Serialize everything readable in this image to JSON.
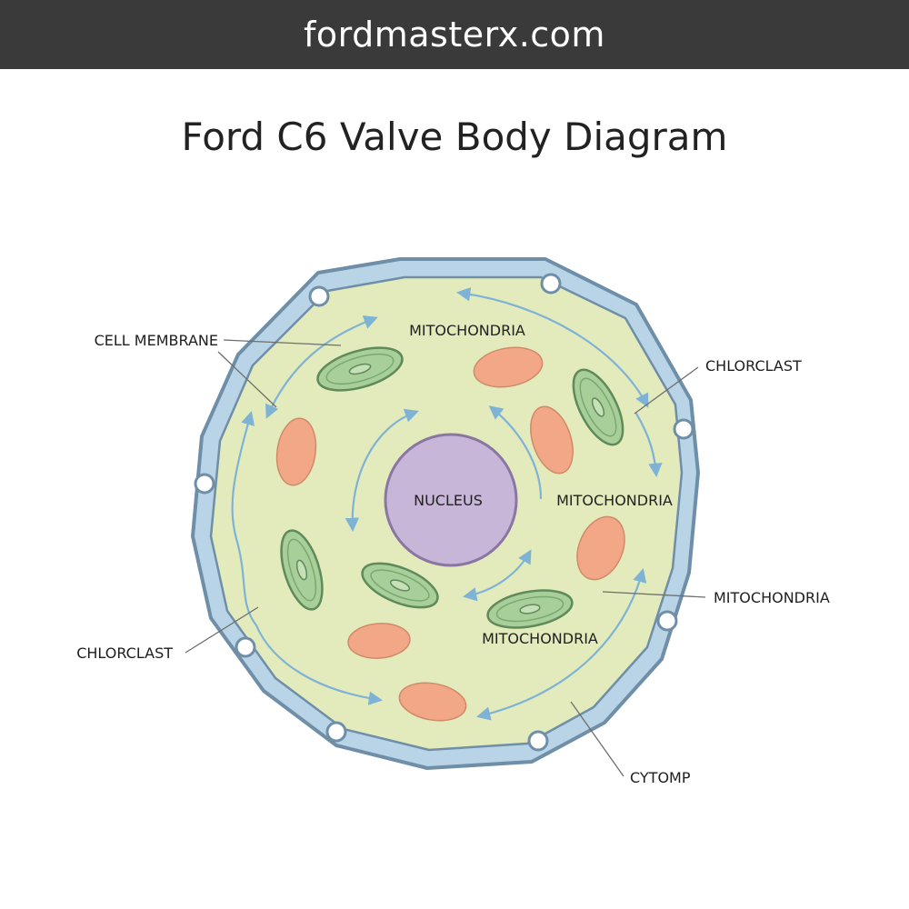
{
  "header": {
    "site": "fordmasterx.com"
  },
  "title": "Ford C6 Valve Body Diagram",
  "colors": {
    "header_bg": "#3a3a3a",
    "membrane": "#b9d4e6",
    "membrane_stroke": "#6f8ea8",
    "cytoplasm": "#e3ebbc",
    "nucleus": "#c8b6d8",
    "chloroplast": "#a8cf9a",
    "mitochondria": "#f2a887",
    "arrow": "#7fb3d6"
  },
  "labels": {
    "cell_membrane": "CELL MEMBRANE",
    "chlorclast_right": "CHLORCLAST",
    "chlorclast_left": "CHLORCLAST",
    "mitochondria_top": "MITOCHONDRIA",
    "mitochondria_mid": "MITOCHONDRIA",
    "mitochondria_right": "MITOCHONDRIA",
    "mitochondria_bottom": "MITOCHONDRIA",
    "nucleus": "NUCLEUS",
    "cytomp": "CYTOMP"
  }
}
